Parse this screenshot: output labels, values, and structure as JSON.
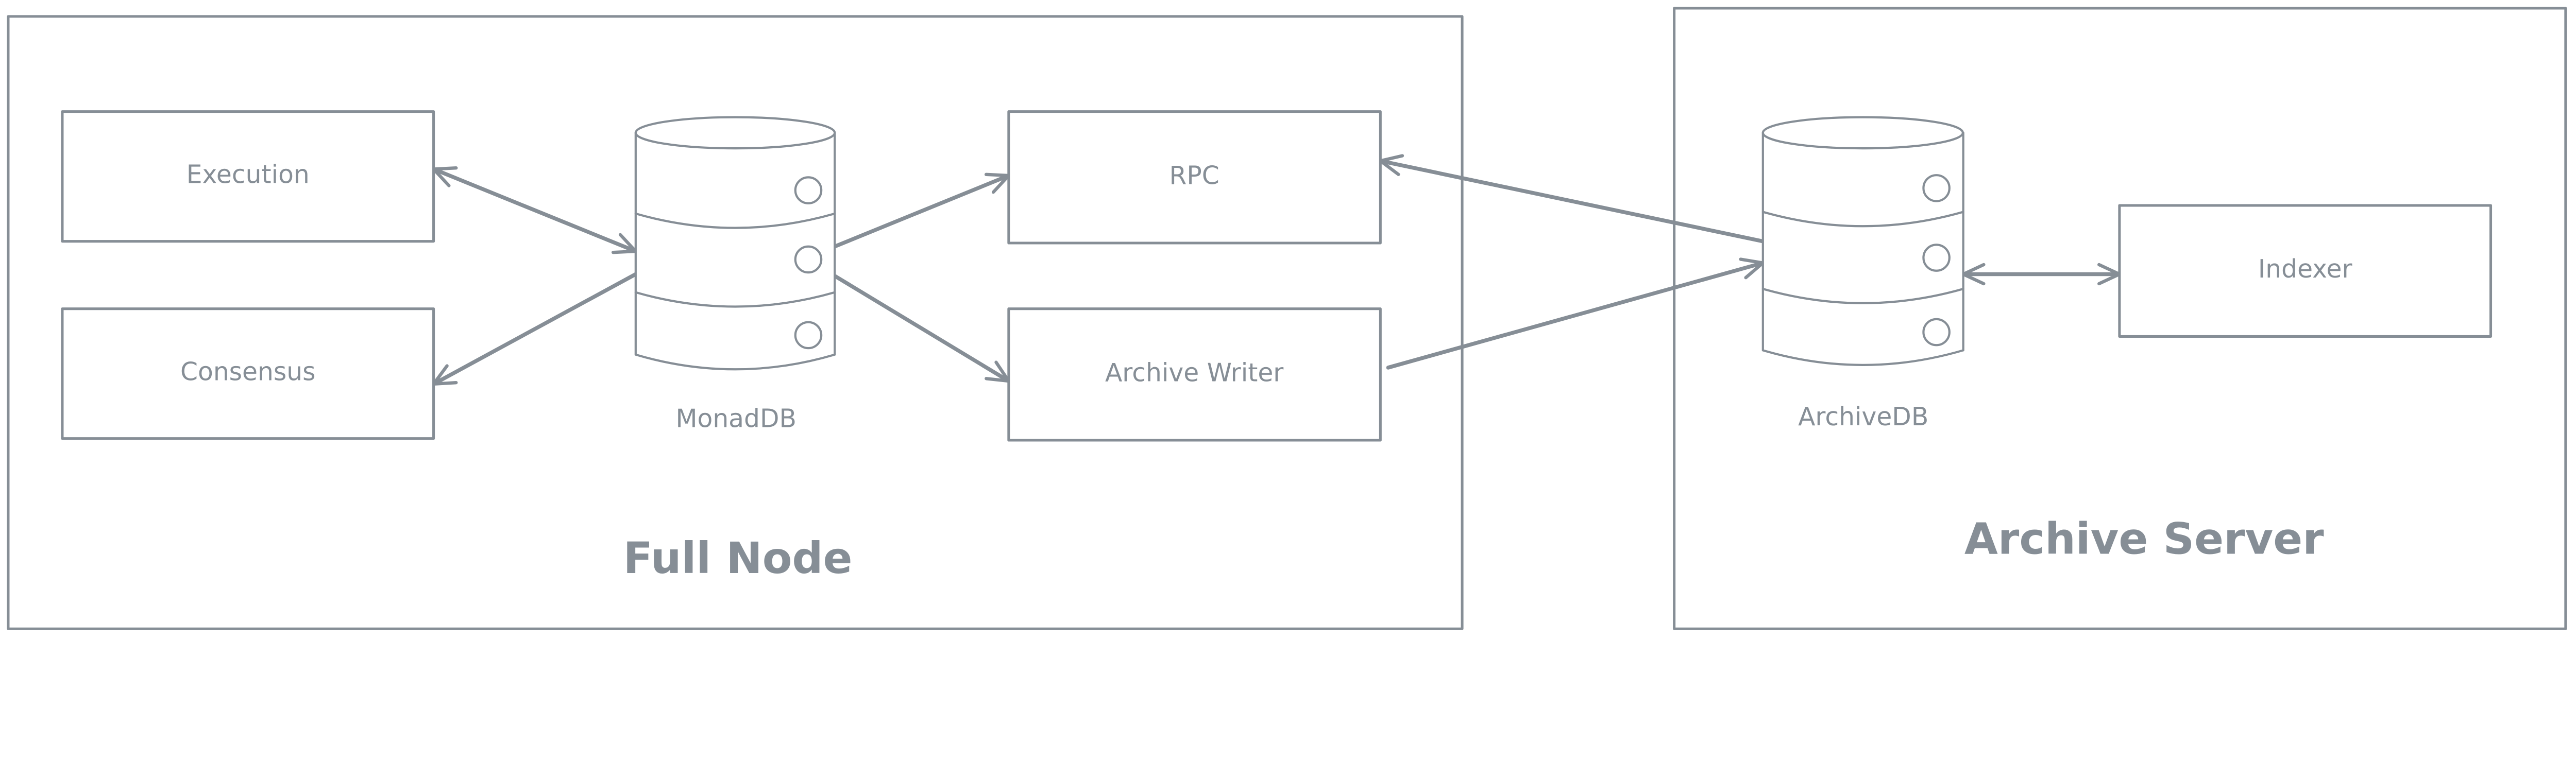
{
  "colors": {
    "stroke": "#868e96",
    "background": "#ffffff"
  },
  "groups": {
    "full_node": {
      "title": "Full Node"
    },
    "archive_server": {
      "title": "Archive Server"
    }
  },
  "nodes": {
    "execution": "Execution",
    "consensus": "Consensus",
    "monaddb": "MonadDB",
    "rpc": "RPC",
    "archive_writer": "Archive Writer",
    "archivedb": "ArchiveDB",
    "indexer": "Indexer"
  },
  "edges": [
    {
      "from": "Execution",
      "to": "MonadDB",
      "bidirectional": true
    },
    {
      "from": "MonadDB",
      "to": "Consensus",
      "bidirectional": false
    },
    {
      "from": "MonadDB",
      "to": "RPC",
      "bidirectional": false
    },
    {
      "from": "MonadDB",
      "to": "Archive Writer",
      "bidirectional": false
    },
    {
      "from": "ArchiveDB",
      "to": "RPC",
      "bidirectional": false
    },
    {
      "from": "Archive Writer",
      "to": "ArchiveDB",
      "bidirectional": false
    },
    {
      "from": "ArchiveDB",
      "to": "Indexer",
      "bidirectional": true
    }
  ]
}
